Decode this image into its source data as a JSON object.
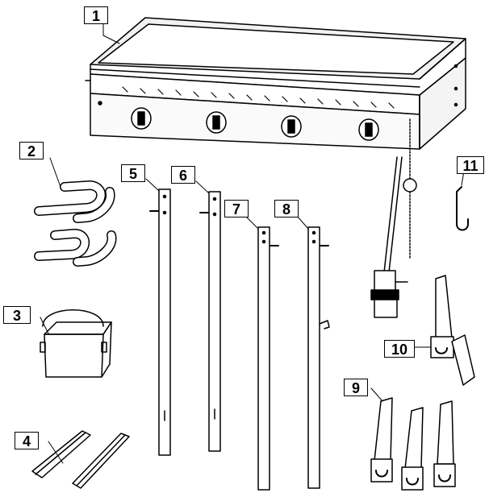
{
  "diagram": {
    "type": "exploded-parts-view",
    "parts": [
      {
        "id": "p1",
        "label": "1",
        "icon": "griddle-body"
      },
      {
        "id": "p2",
        "label": "2",
        "icon": "u-shaped-handles"
      },
      {
        "id": "p3",
        "label": "3",
        "icon": "grease-cup"
      },
      {
        "id": "p4",
        "label": "4",
        "icon": "angle-rails"
      },
      {
        "id": "p5",
        "label": "5",
        "icon": "leg"
      },
      {
        "id": "p6",
        "label": "6",
        "icon": "leg"
      },
      {
        "id": "p7",
        "label": "7",
        "icon": "leg"
      },
      {
        "id": "p8",
        "label": "8",
        "icon": "leg"
      },
      {
        "id": "p9",
        "label": "9",
        "icon": "leg-brackets"
      },
      {
        "id": "p10",
        "label": "10",
        "icon": "hinged-bracket"
      },
      {
        "id": "p11",
        "label": "11",
        "icon": "hook"
      }
    ]
  }
}
